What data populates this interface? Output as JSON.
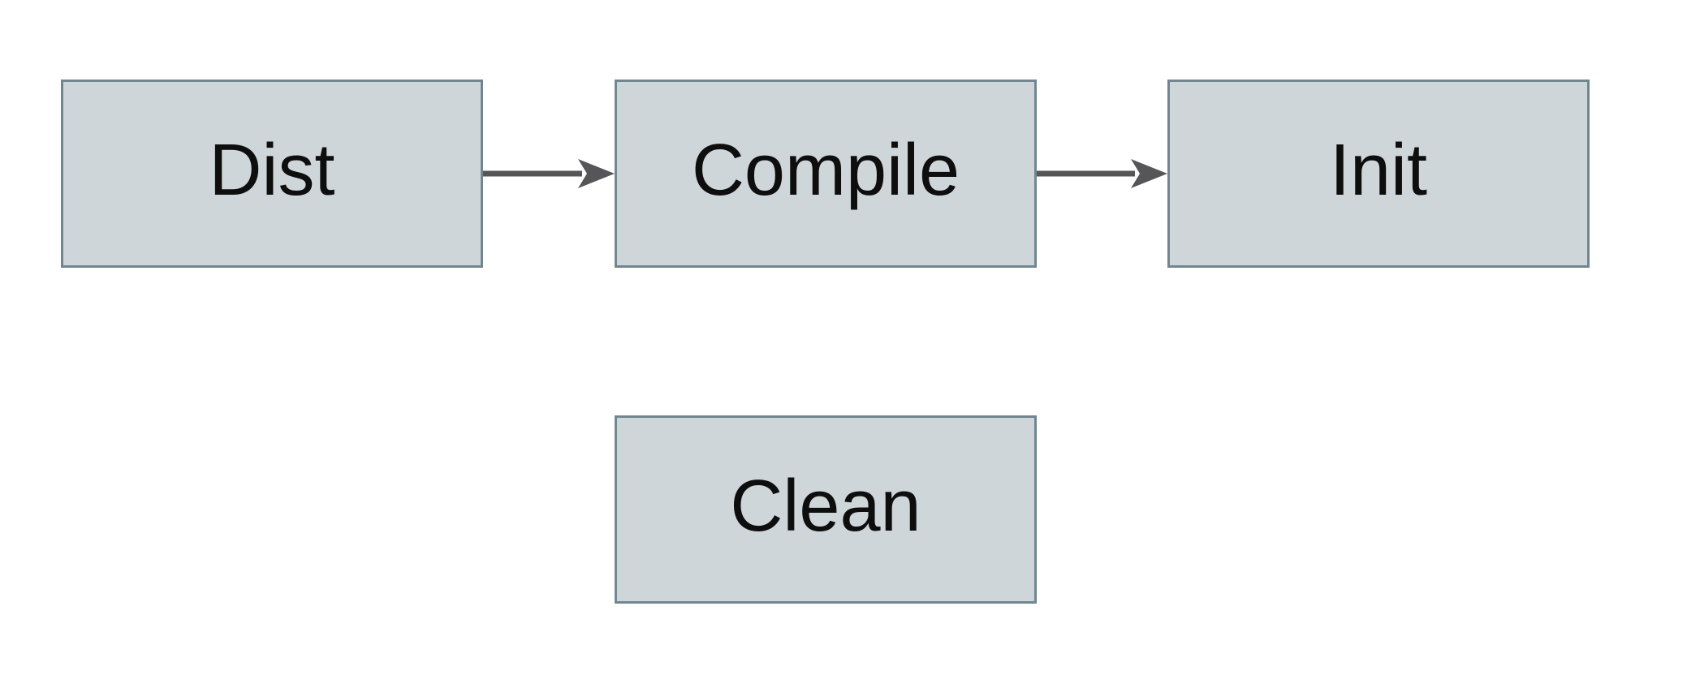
{
  "diagram": {
    "type": "flowchart",
    "nodes": [
      {
        "id": "dist",
        "label": "Dist",
        "row": 1,
        "col": 1
      },
      {
        "id": "compile",
        "label": "Compile",
        "row": 1,
        "col": 2
      },
      {
        "id": "init",
        "label": "Init",
        "row": 1,
        "col": 3
      },
      {
        "id": "clean",
        "label": "Clean",
        "row": 2,
        "col": 2
      }
    ],
    "edges": [
      {
        "from": "dist",
        "to": "compile",
        "direction": "right",
        "style": "solid-arrow"
      },
      {
        "from": "compile",
        "to": "init",
        "direction": "right",
        "style": "solid-arrow"
      }
    ]
  },
  "colors": {
    "background": "#ffffff",
    "node_fill": "#cfd6d9",
    "node_border": "#71868f",
    "arrow": "#565659",
    "text": "#0e0e0e"
  }
}
